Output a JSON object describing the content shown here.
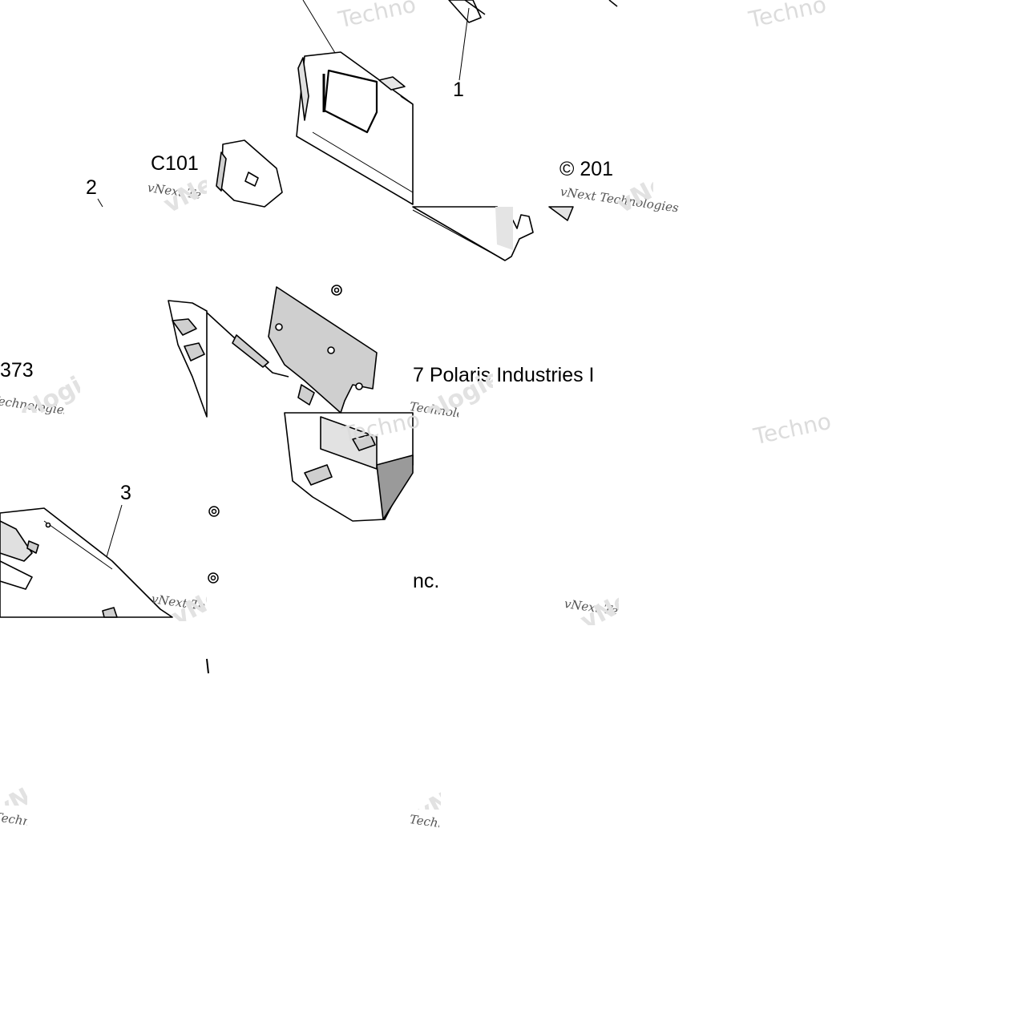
{
  "callouts": {
    "item_1": "1",
    "item_2": "2",
    "item_3": "3",
    "ref_c101": "C101",
    "ref_373": "373"
  },
  "copyright": {
    "part_a": "© 201",
    "part_b": "7 Polaris Industries I",
    "part_c": "nc."
  },
  "watermark": {
    "brand_short": "Techno",
    "brand_full": "vNext Technologies",
    "brand_vnext": "vNext",
    "brand_technologies": "Technologies",
    "brand_ologies": "ologies",
    "brand_te": "vNext Te"
  },
  "colors": {
    "line": "#000000",
    "part_fill": "#ffffff",
    "panel_fill": "#cfcfcf",
    "shade_fill": "#9a9a9a",
    "watermark": "#dcdcdc"
  }
}
